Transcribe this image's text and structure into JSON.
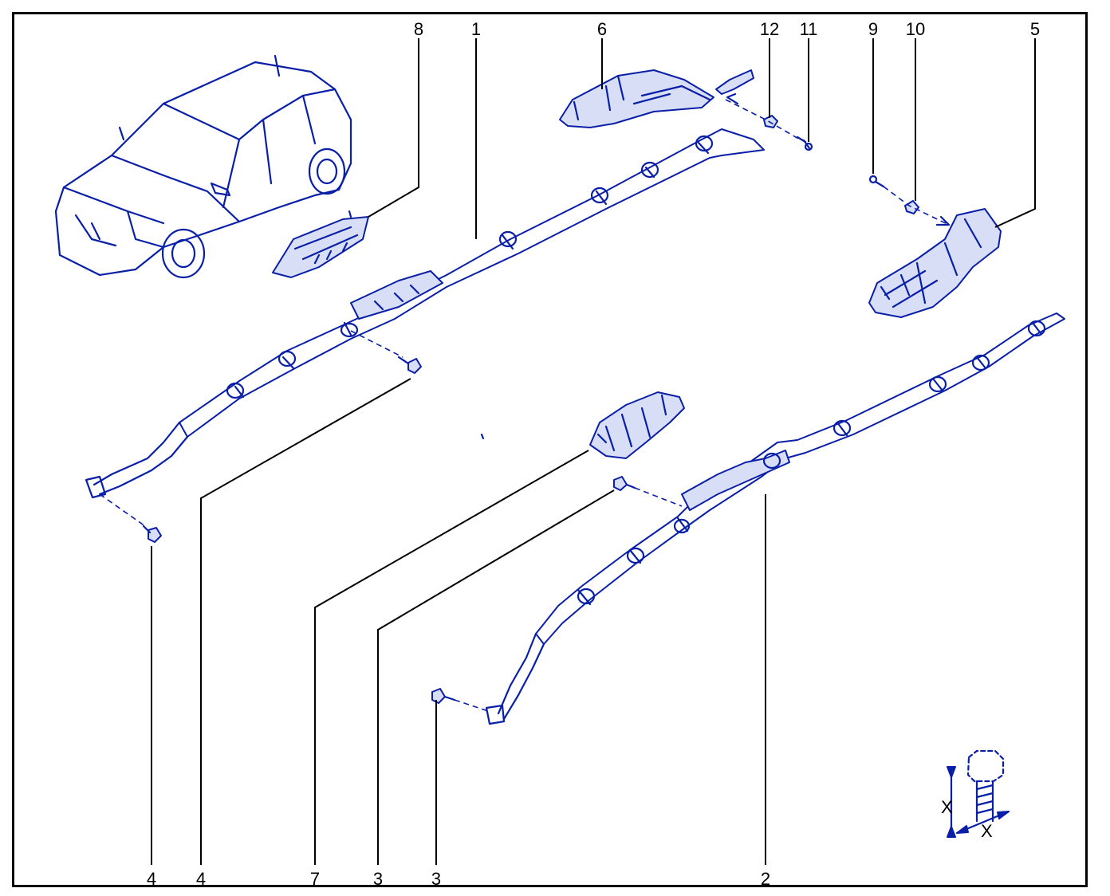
{
  "colors": {
    "line": "#0a1fa8",
    "fill": "#d9def7",
    "label": "#000000",
    "frame": "#000000"
  },
  "callouts": {
    "top": [
      "8",
      "1",
      "6",
      "12",
      "11",
      "9",
      "10",
      "5"
    ],
    "bottom": [
      "4",
      "4",
      "7",
      "3",
      "3",
      "2"
    ]
  },
  "torque_symbol": {
    "dimension_label": "X",
    "thread_label": "X"
  }
}
